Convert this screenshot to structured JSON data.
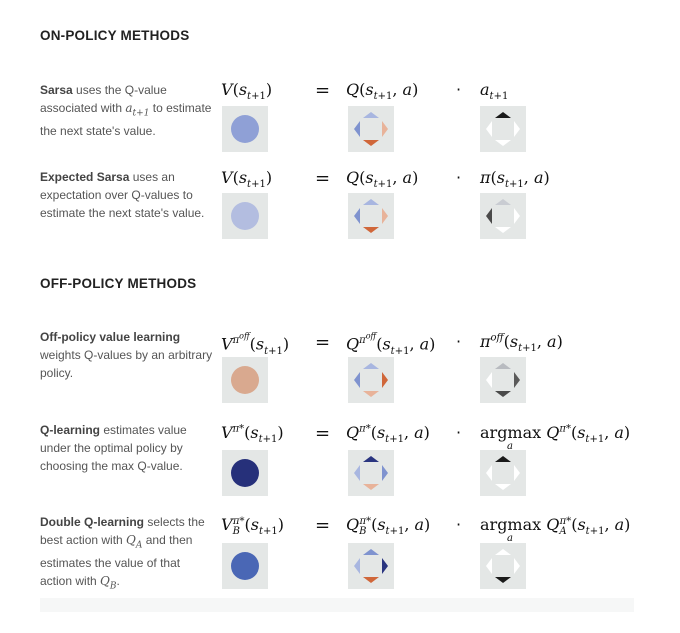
{
  "sections": {
    "on_policy": "ON-POLICY METHODS",
    "off_policy": "OFF-POLICY METHODS"
  },
  "rows": [
    {
      "name_bold": "Sarsa",
      "desc_rest": " uses the Q-value associated with ",
      "desc_tail": " to estimate the next state's value.",
      "lhs": "V(s_{t+1})",
      "eq": "=",
      "mid": "Q(s_{t+1}, a)",
      "dot": "·",
      "rhs": "a_{t+1}",
      "colors": {
        "circle": "#8fa0d6"
      }
    },
    {
      "name_bold": "Expected Sarsa",
      "desc_rest": " uses an expectation over Q-values to estimate the next state's value.",
      "lhs": "V(s_{t+1})",
      "eq": "=",
      "mid": "Q(s_{t+1}, a)",
      "dot": "·",
      "rhs": "π(s_{t+1}, a)",
      "colors": {
        "circle": "#b3bde0"
      }
    },
    {
      "name_bold": "Off-policy value learning",
      "desc_rest": " weights Q-values by an arbitrary policy.",
      "lhs": "V^{π^{off}}(s_{t+1})",
      "eq": "=",
      "mid": "Q^{π^{off}}(s_{t+1}, a)",
      "dot": "·",
      "rhs": "π^{off}(s_{t+1}, a)",
      "colors": {
        "circle": "#d9a98f"
      }
    },
    {
      "name_bold": "Q-learning",
      "desc_rest": " estimates value under the optimal policy by choosing the max Q-value.",
      "lhs": "V^{π*}(s_{t+1})",
      "eq": "=",
      "mid": "Q^{π*}(s_{t+1}, a)",
      "dot": "·",
      "rhs": "argmax_a Q^{π*}(s_{t+1}, a)",
      "colors": {
        "circle": "#26307a"
      }
    },
    {
      "name_bold": "Double Q-learning",
      "desc_rest": " selects the best action with Q_A and then estimates the value of that action with Q_B.",
      "lhs": "V_B^{π*}(s_{t+1})",
      "eq": "=",
      "mid": "Q_B^{π*}(s_{t+1}, a)",
      "dot": "·",
      "rhs": "argmax_a Q_A^{π*}(s_{t+1}, a)",
      "colors": {
        "circle": "#4a67b5"
      }
    }
  ],
  "colors": {
    "tile_bg": "#e4e7e6",
    "blue_light": "#a8b6e0",
    "blue_mid": "#7f93cf",
    "blue_dark": "#2a3580",
    "orange": "#d0673a",
    "orange_light": "#e8b39a",
    "gray_dark": "#4a4a4a",
    "black": "#1a1a1a",
    "white": "#ffffff"
  }
}
